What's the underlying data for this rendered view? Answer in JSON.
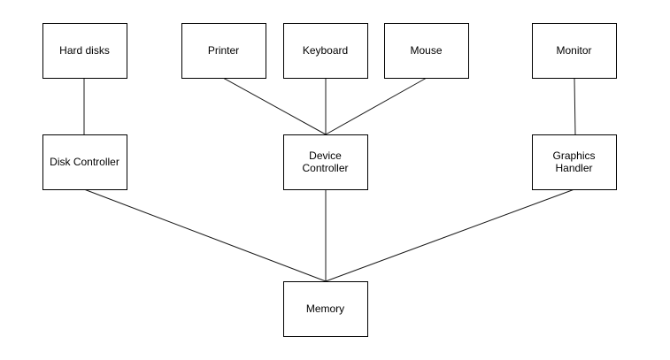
{
  "diagram": {
    "nodes": {
      "hard_disks": {
        "lines": [
          "Hard disks"
        ]
      },
      "printer": {
        "lines": [
          "Printer"
        ]
      },
      "keyboard": {
        "lines": [
          "Keyboard"
        ]
      },
      "mouse": {
        "lines": [
          "Mouse"
        ]
      },
      "monitor": {
        "lines": [
          "Monitor"
        ]
      },
      "disk_controller": {
        "lines": [
          "Disk Controller"
        ]
      },
      "device_controller": {
        "lines": [
          "Device",
          "Controller"
        ]
      },
      "graphics_handler": {
        "lines": [
          "Graphics",
          "Handler"
        ]
      },
      "memory": {
        "lines": [
          "Memory"
        ]
      }
    },
    "edges": [
      {
        "from": "hard_disks",
        "to": "disk_controller"
      },
      {
        "from": "printer",
        "to": "device_controller"
      },
      {
        "from": "keyboard",
        "to": "device_controller"
      },
      {
        "from": "mouse",
        "to": "device_controller"
      },
      {
        "from": "monitor",
        "to": "graphics_handler"
      },
      {
        "from": "disk_controller",
        "to": "memory"
      },
      {
        "from": "device_controller",
        "to": "memory"
      },
      {
        "from": "graphics_handler",
        "to": "memory"
      }
    ]
  }
}
